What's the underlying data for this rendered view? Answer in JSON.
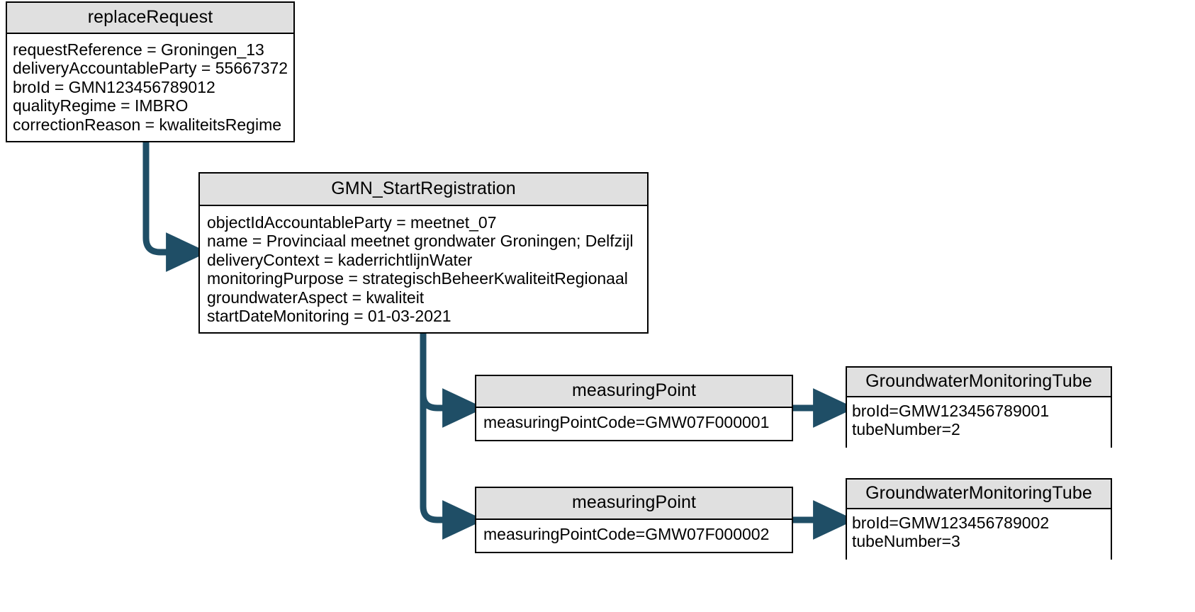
{
  "diagram": {
    "type": "uml-object-diagram",
    "title": "",
    "colors": {
      "node_header_fill": "#e0e0e0",
      "node_body_fill": "#ffffff",
      "node_border": "#000000",
      "edge": "#1f4e66",
      "background": "#ffffff"
    }
  },
  "nodes": [
    {
      "id": "replace-request",
      "title": "replaceRequest",
      "attributes": [
        "requestReference = Groningen_13",
        "deliveryAccountableParty = 55667372",
        "broId = GMN123456789012",
        "qualityRegime = IMBRO",
        "correctionReason = kwaliteitsRegime"
      ]
    },
    {
      "id": "gmn-start-registration",
      "title": "GMN_StartRegistration",
      "attributes": [
        "objectIdAccountableParty = meetnet_07",
        "name = Provinciaal meetnet grondwater Groningen; Delfzijl",
        "deliveryContext = kaderrichtlijnWater",
        "monitoringPurpose = strategischBeheerKwaliteitRegionaal",
        "groundwaterAspect = kwaliteit",
        "startDateMonitoring = 01-03-2021"
      ]
    },
    {
      "id": "measuring-point-1",
      "title": "measuringPoint",
      "attributes": [
        "measuringPointCode=GMW07F000001"
      ]
    },
    {
      "id": "measuring-point-2",
      "title": "measuringPoint",
      "attributes": [
        "measuringPointCode=GMW07F000002"
      ]
    },
    {
      "id": "tube-1",
      "title": "GroundwaterMonitoringTube",
      "attributes": [
        "broId=GMW123456789001",
        "tubeNumber=2"
      ]
    },
    {
      "id": "tube-2",
      "title": "GroundwaterMonitoringTube",
      "attributes": [
        "broId=GMW123456789002",
        "tubeNumber=3"
      ]
    }
  ],
  "edges": [
    {
      "id": "edge-replace-to-registration",
      "from": "replace-request",
      "to": "gmn-start-registration",
      "label": ""
    },
    {
      "id": "edge-registration-to-mp1",
      "from": "gmn-start-registration",
      "to": "measuring-point-1",
      "label": ""
    },
    {
      "id": "edge-registration-to-mp2",
      "from": "gmn-start-registration",
      "to": "measuring-point-2",
      "label": ""
    },
    {
      "id": "edge-mp1-to-tube1",
      "from": "measuring-point-1",
      "to": "tube-1",
      "label": ""
    },
    {
      "id": "edge-mp2-to-tube2",
      "from": "measuring-point-2",
      "to": "tube-2",
      "label": ""
    }
  ]
}
